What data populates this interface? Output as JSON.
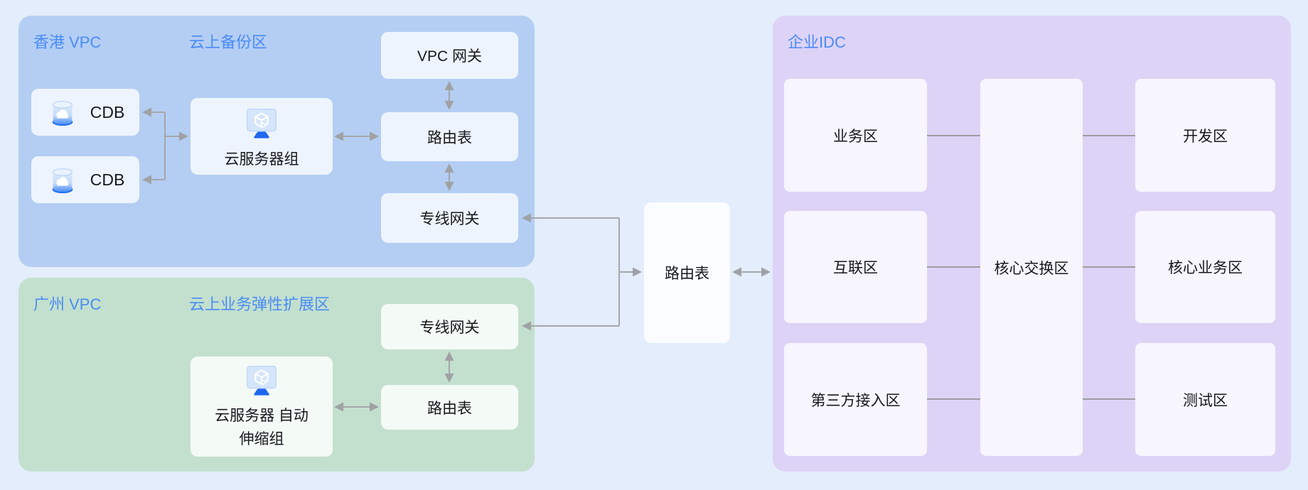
{
  "hk_vpc": {
    "region_label": "香港 VPC",
    "zone_label": "云上备份区",
    "cdb_1": "CDB",
    "cdb_2": "CDB",
    "server_group": "云服务器组",
    "vpc_gateway": "VPC 网关",
    "route_table": "路由表",
    "direct_connect_gateway": "专线网关"
  },
  "gz_vpc": {
    "region_label": "广州 VPC",
    "zone_label": "云上业务弹性扩展区",
    "direct_connect_gateway": "专线网关",
    "route_table": "路由表",
    "server_scaling_group": "云服务器 自动伸缩组"
  },
  "interconnect": {
    "route_table": "路由表"
  },
  "idc": {
    "title": "企业IDC",
    "business_zone": "业务区",
    "interconnect_zone": "互联区",
    "third_party_zone": "第三方接入区",
    "core_switch_zone": "核心交换区",
    "dev_zone": "开发区",
    "core_business_zone": "核心业务区",
    "test_zone": "测试区"
  },
  "icons": {
    "cdb": "database-cloud-icon",
    "server": "cloud-server-monitor-icon"
  },
  "colors": {
    "page_bg": "#e4edfb",
    "hk_vpc_bg": "#b4cef3",
    "gz_vpc_bg": "#c3e0ce",
    "idc_bg": "#ddd3f6",
    "node_bg_blue": "#eef4fd",
    "node_bg_green": "#f4faf6",
    "node_bg_purple": "#f7f5fd",
    "node_bg_white": "#fafcff",
    "accent_text": "#4a8bf5",
    "node_text": "#16191d",
    "connector": "#a4a6a9",
    "icon_blue": "#1e6cf0"
  }
}
